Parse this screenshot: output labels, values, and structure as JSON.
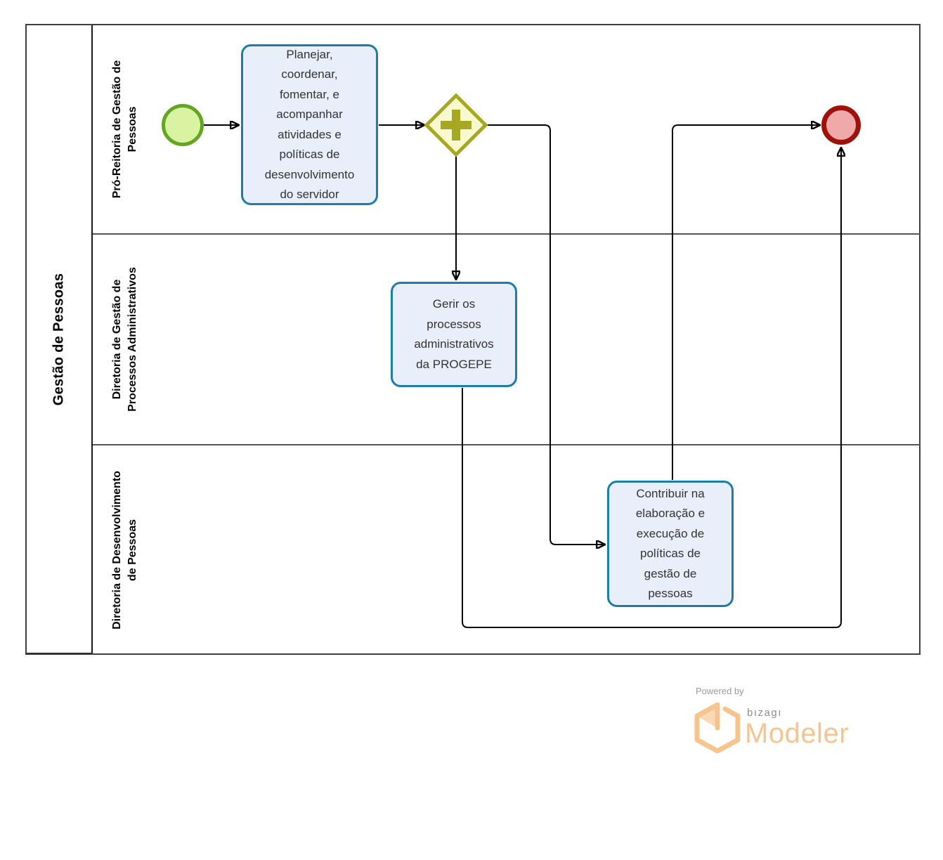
{
  "pool": {
    "title": "Gestão de Pessoas"
  },
  "lanes": [
    {
      "label": "Pró-Reitoria de Gestão de\nPessoas"
    },
    {
      "label": "Diretoria de Gestão de\nProcessos Administrativos"
    },
    {
      "label": "Diretoria de Desenvolvimento\nde Pessoas"
    }
  ],
  "nodes": {
    "start_event": {
      "type": "start-event"
    },
    "task_planejar": {
      "label": "Planejar,\ncoordenar,\nfomentar, e\nacompanhar\natividades e\npolíticas de\ndesenvolvimento\ndo servidor"
    },
    "gateway_parallel": {
      "type": "parallel-gateway",
      "icon": "plus-icon"
    },
    "task_gerir": {
      "label": "Gerir os\nprocessos\nadministrativos\nda PROGEPE"
    },
    "task_contribuir": {
      "label": "Contribuir na\nelaboração e\nexecução de\npolíticas de\ngestão de\npessoas"
    },
    "end_event": {
      "type": "end-event"
    }
  },
  "branding": {
    "powered_by": "Powered by",
    "brand": "bızagı",
    "product": "Modeler"
  },
  "colors": {
    "task_fill": "#e9eefb",
    "task_border": "#1c7cab",
    "start_fill": "#daf3a2",
    "start_border": "#63a621",
    "gateway_fill": "#f9f9cf",
    "gateway_border": "#a6a723",
    "end_fill": "#f0a9a9",
    "end_border": "#9e120a",
    "flow_line": "#000000",
    "brand_orange": "#f8c48e",
    "brand_gray": "#8d8d8d"
  }
}
